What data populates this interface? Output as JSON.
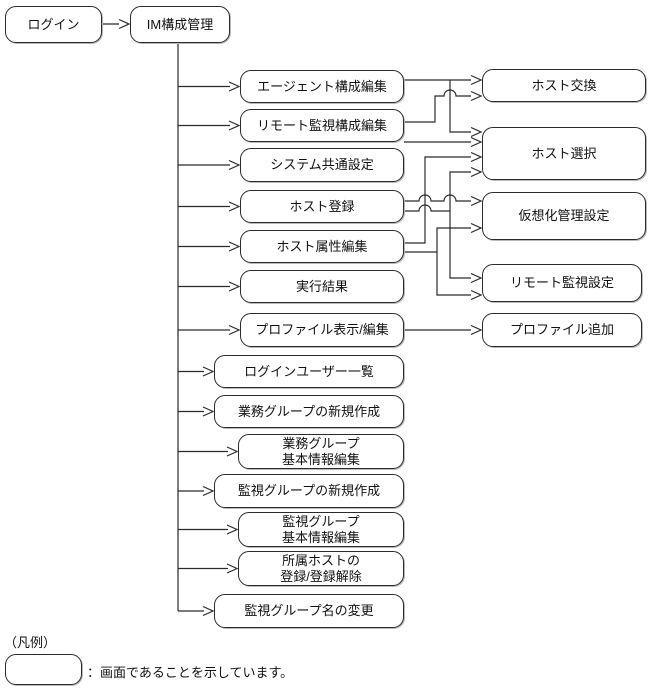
{
  "diagram": {
    "nodes": [
      {
        "id": "login",
        "column": "top",
        "label": "ログイン"
      },
      {
        "id": "im_config",
        "column": "top",
        "label": "IM構成管理"
      },
      {
        "id": "agent_edit",
        "column": "left",
        "label": "エージェント構成編集"
      },
      {
        "id": "remote_edit",
        "column": "left",
        "label": "リモート監視構成編集"
      },
      {
        "id": "sys_common",
        "column": "left",
        "label": "システム共通設定"
      },
      {
        "id": "host_reg",
        "column": "left",
        "label": "ホスト登録"
      },
      {
        "id": "host_attr",
        "column": "left",
        "label": "ホスト属性編集"
      },
      {
        "id": "exec_result",
        "column": "left",
        "label": "実行結果"
      },
      {
        "id": "profile_edit",
        "column": "left",
        "label": "プロファイル表示/編集"
      },
      {
        "id": "login_users",
        "column": "left",
        "label": "ログインユーザー一覧"
      },
      {
        "id": "biz_create",
        "column": "left",
        "label": "業務グループの新規作成"
      },
      {
        "id": "biz_edit",
        "column": "left",
        "label": "業務グループ\n基本情報編集"
      },
      {
        "id": "mon_create",
        "column": "left",
        "label": "監視グループの新規作成"
      },
      {
        "id": "mon_edit",
        "column": "left",
        "label": "監視グループ\n基本情報編集"
      },
      {
        "id": "host_assign",
        "column": "left",
        "label": "所属ホストの\n登録/登録解除"
      },
      {
        "id": "mon_rename",
        "column": "left",
        "label": "監視グループ名の変更"
      },
      {
        "id": "host_exchange",
        "column": "right",
        "label": "ホスト交換"
      },
      {
        "id": "host_select",
        "column": "right",
        "label": "ホスト選択"
      },
      {
        "id": "virt_mgmt",
        "column": "right",
        "label": "仮想化管理設定"
      },
      {
        "id": "remote_mon",
        "column": "right",
        "label": "リモート監視設定"
      },
      {
        "id": "profile_add",
        "column": "right",
        "label": "プロファイル追加"
      }
    ],
    "edges": [
      {
        "from": "login",
        "to": "im_config"
      },
      {
        "from": "im_config",
        "to": "agent_edit"
      },
      {
        "from": "im_config",
        "to": "remote_edit"
      },
      {
        "from": "im_config",
        "to": "sys_common"
      },
      {
        "from": "im_config",
        "to": "host_reg"
      },
      {
        "from": "im_config",
        "to": "host_attr"
      },
      {
        "from": "im_config",
        "to": "exec_result"
      },
      {
        "from": "im_config",
        "to": "profile_edit"
      },
      {
        "from": "im_config",
        "to": "login_users"
      },
      {
        "from": "im_config",
        "to": "biz_create"
      },
      {
        "from": "im_config",
        "to": "biz_edit"
      },
      {
        "from": "im_config",
        "to": "mon_create"
      },
      {
        "from": "im_config",
        "to": "mon_edit"
      },
      {
        "from": "im_config",
        "to": "host_assign"
      },
      {
        "from": "im_config",
        "to": "mon_rename"
      },
      {
        "from": "agent_edit",
        "to": "host_exchange"
      },
      {
        "from": "agent_edit",
        "to": "host_select"
      },
      {
        "from": "remote_edit",
        "to": "host_exchange"
      },
      {
        "from": "remote_edit",
        "to": "host_select"
      },
      {
        "from": "host_reg",
        "to": "virt_mgmt"
      },
      {
        "from": "host_reg",
        "to": "host_select"
      },
      {
        "from": "host_reg",
        "to": "remote_mon"
      },
      {
        "from": "host_attr",
        "to": "host_select"
      },
      {
        "from": "host_attr",
        "to": "virt_mgmt"
      },
      {
        "from": "host_attr",
        "to": "remote_mon"
      },
      {
        "from": "profile_edit",
        "to": "profile_add"
      }
    ],
    "line_color": "#2b2b2b",
    "legend": {
      "heading": "（凡例）",
      "box_meaning": "：画面であることを示しています。"
    }
  }
}
